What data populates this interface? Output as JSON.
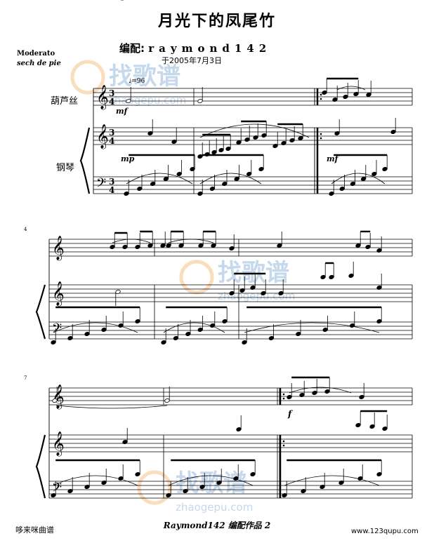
{
  "title": "月光下的凤尾竹",
  "arranger": {
    "label": "编配:",
    "name": "raymond142",
    "date": "于2005年7月3日"
  },
  "tempo": {
    "text": "Moderato",
    "style": "sech de pie",
    "mark": "♩=96"
  },
  "instruments": {
    "hulusi": "葫芦丝",
    "piano": "钢琴"
  },
  "dynamics": {
    "mf": "mf",
    "mp": "mp",
    "f": "f"
  },
  "measure_numbers": [
    "4",
    "7"
  ],
  "watermark": {
    "site_cn": "找歌谱",
    "site_url": "zhaogepu.com"
  },
  "footer": {
    "left": "哆来咪曲谱",
    "center": "Raymond142 编配作品 2",
    "right": "www.123qupu.com"
  },
  "colors": {
    "watermark_orange": "#f5b56e",
    "watermark_blue": "#7fa9d6"
  }
}
